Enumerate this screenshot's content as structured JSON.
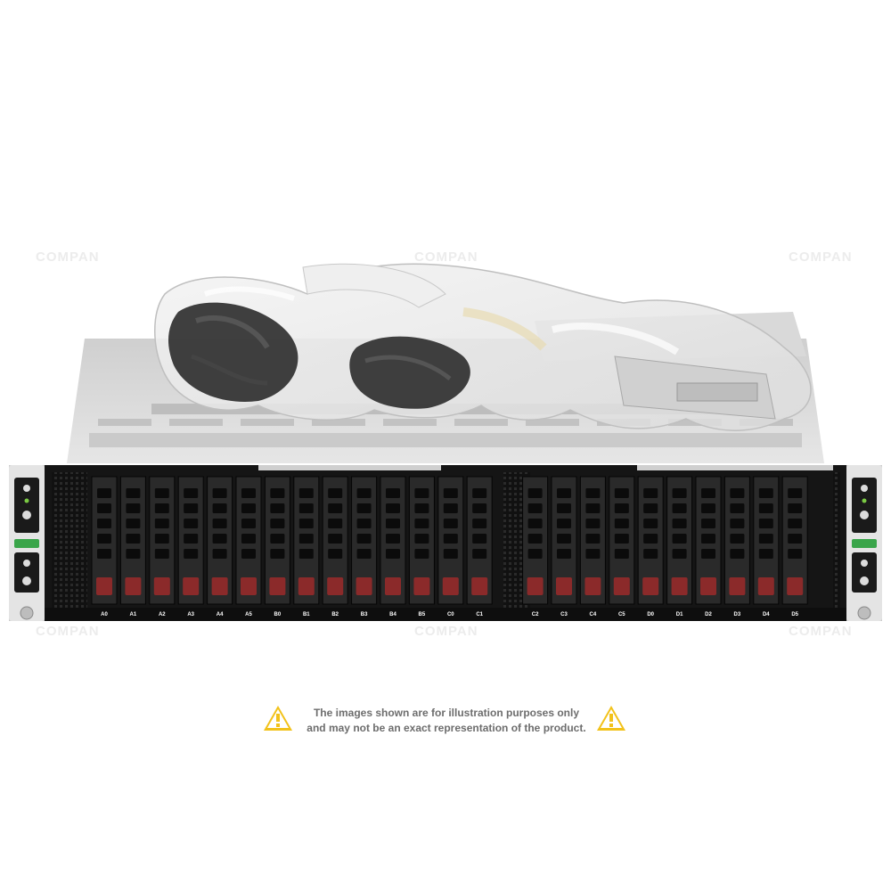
{
  "watermark": "COMPAN",
  "disclaimer": {
    "line1": "The images shown are for illustration purposes only",
    "line2": "and may not be an exact representation of the product."
  },
  "server": {
    "bays": [
      "A0",
      "A1",
      "A2",
      "A3",
      "A4",
      "A5",
      "B0",
      "B1",
      "B2",
      "B3",
      "B4",
      "B5",
      "C0",
      "C1",
      "C2",
      "C3",
      "C4",
      "C5",
      "D0",
      "D1",
      "D2",
      "D3",
      "D4",
      "D5"
    ]
  },
  "colors": {
    "chassis": "#d8d8d8",
    "bezel": "#1a1a1a",
    "drive_latch": "#8b2a2a",
    "warning": "#f2c21a"
  },
  "icons": [
    "warning-icon",
    "power-button-icon",
    "status-led-icon"
  ]
}
